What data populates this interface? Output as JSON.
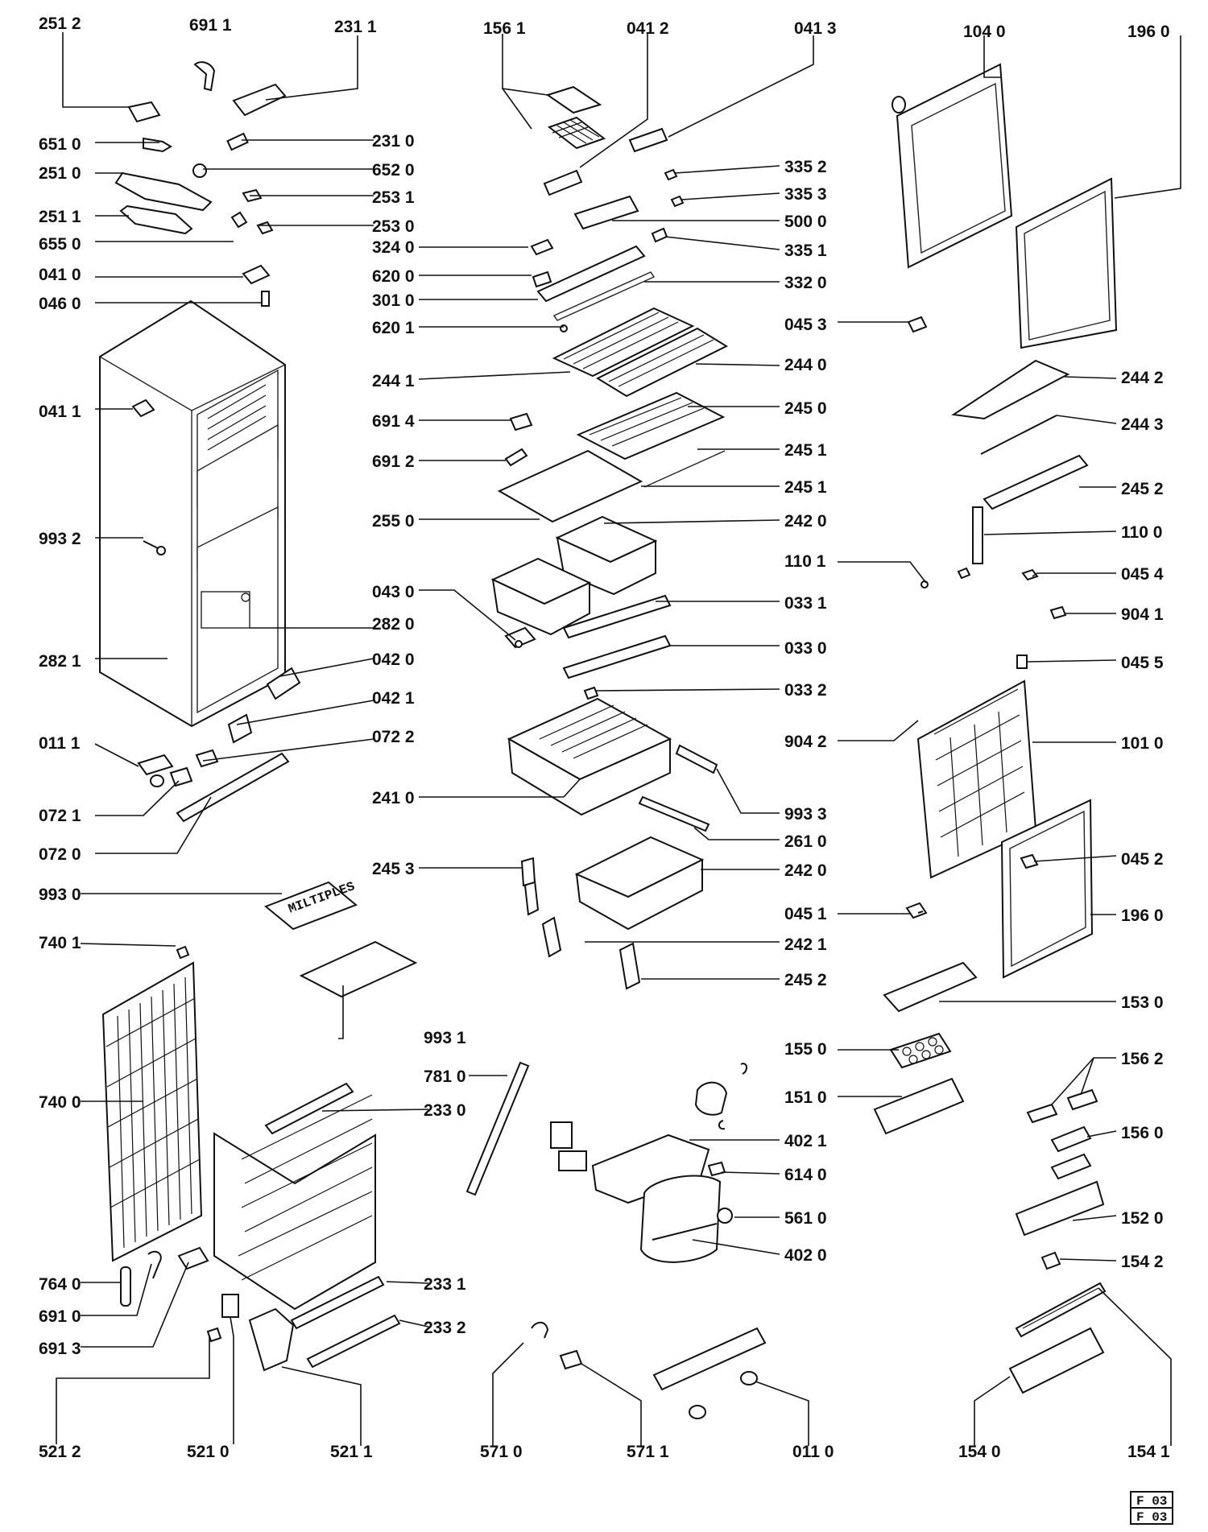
{
  "labels": [
    "251 2",
    "691 1",
    "231 1",
    "156 1",
    "041 2",
    "041 3",
    "104 0",
    "196 0",
    "651 0",
    "231 0",
    "652 0",
    "335 2",
    "251 0",
    "253 1",
    "335 3",
    "251 1",
    "253 0",
    "500 0",
    "655 0",
    "324 0",
    "335 1",
    "041 0",
    "620 0",
    "301 0",
    "332 0",
    "046 0",
    "620 1",
    "045 3",
    "244 1",
    "244 0",
    "244 2",
    "041 1",
    "691 4",
    "245 0",
    "244 3",
    "691 2",
    "245 1",
    "245 1",
    "245 2",
    "255 0",
    "242 0",
    "110 0",
    "993 2",
    "110 1",
    "045 4",
    "043 0",
    "033 1",
    "904 1",
    "282 0",
    "033 0",
    "282 1",
    "042 0",
    "045 5",
    "042 1",
    "033 2",
    "011 1",
    "072 2",
    "904 2",
    "101 0",
    "072 1",
    "241 0",
    "993 3",
    "261 0",
    "072 0",
    "045 2",
    "245 3",
    "242 0",
    "993 0",
    "045 1",
    "196 0",
    "740 1",
    "242 1",
    "245 2",
    "153 0",
    "993 1",
    "155 0",
    "156 2",
    "781 0",
    "740 0",
    "233 0",
    "151 0",
    "402 1",
    "156 0",
    "614 0",
    "561 0",
    "152 0",
    "402 0",
    "154 2",
    "233 1",
    "764 0",
    "691 0",
    "233 2",
    "691 3",
    "521 2",
    "521 0",
    "521 1",
    "571 0",
    "571 1",
    "011 0",
    "154 0",
    "154 1"
  ],
  "sheet_ref": [
    "F 03",
    "F 03"
  ]
}
